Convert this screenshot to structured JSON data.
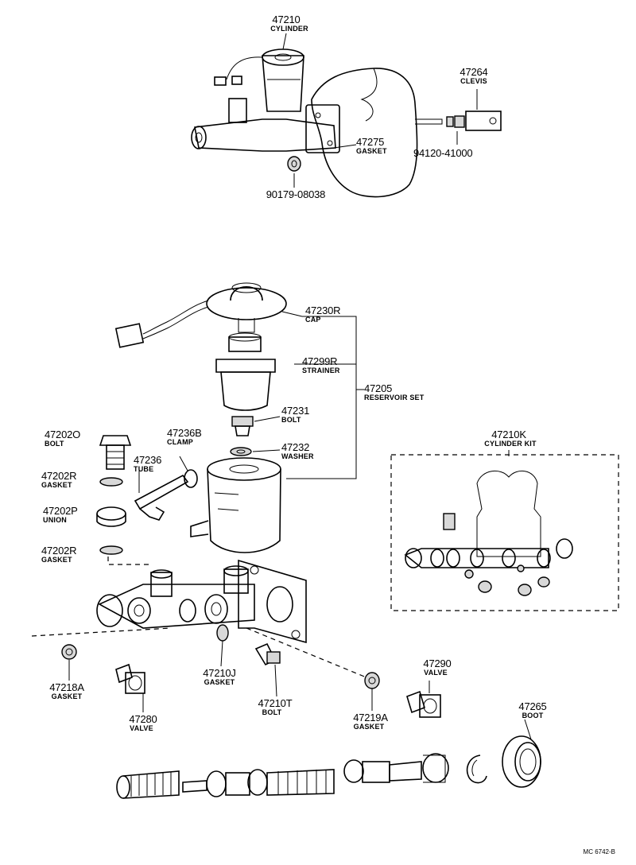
{
  "colors": {
    "ink": "#000000",
    "paper": "#ffffff"
  },
  "callouts": [
    {
      "id": "c47210",
      "number": "47210",
      "name": "CYLINDER"
    },
    {
      "id": "c47264",
      "number": "47264",
      "name": "CLEVIS"
    },
    {
      "id": "c47275",
      "number": "47275",
      "name": "GASKET"
    },
    {
      "id": "c94120",
      "number": "94120-41000",
      "name": ""
    },
    {
      "id": "c90179",
      "number": "90179-08038",
      "name": ""
    },
    {
      "id": "c47230R",
      "number": "47230R",
      "name": "CAP"
    },
    {
      "id": "c47299R",
      "number": "47299R",
      "name": "STRAINER"
    },
    {
      "id": "c47205",
      "number": "47205",
      "name": "RESERVOIR SET"
    },
    {
      "id": "c47231",
      "number": "47231",
      "name": "BOLT"
    },
    {
      "id": "c47232",
      "number": "47232",
      "name": "WASHER"
    },
    {
      "id": "c47202O",
      "number": "47202O",
      "name": "BOLT"
    },
    {
      "id": "c47236B",
      "number": "47236B",
      "name": "CLAMP"
    },
    {
      "id": "c47236",
      "number": "47236",
      "name": "TUBE"
    },
    {
      "id": "c47202R1",
      "number": "47202R",
      "name": "GASKET"
    },
    {
      "id": "c47202P",
      "number": "47202P",
      "name": "UNION"
    },
    {
      "id": "c47202R2",
      "number": "47202R",
      "name": "GASKET"
    },
    {
      "id": "c47210K",
      "number": "47210K",
      "name": "CYLINDER KIT"
    },
    {
      "id": "c47210J",
      "number": "47210J",
      "name": "GASKET"
    },
    {
      "id": "c47210T",
      "number": "47210T",
      "name": "BOLT"
    },
    {
      "id": "c47218A",
      "number": "47218A",
      "name": "GASKET"
    },
    {
      "id": "c47280",
      "number": "47280",
      "name": "VALVE"
    },
    {
      "id": "c47219A",
      "number": "47219A",
      "name": "GASKET"
    },
    {
      "id": "c47290",
      "number": "47290",
      "name": "VALVE"
    },
    {
      "id": "c47265",
      "number": "47265",
      "name": "BOOT"
    }
  ],
  "figure_id": "MC 6742-B"
}
